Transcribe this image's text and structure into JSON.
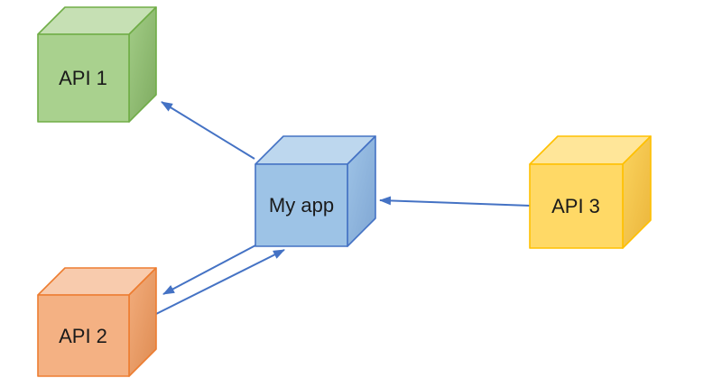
{
  "diagram": {
    "background_color": "#ffffff",
    "arrow_color": "#4472C4",
    "text_color": "#1a1a1a",
    "nodes": [
      {
        "id": "api1",
        "label": "API 1",
        "shape": "cube",
        "colors": {
          "front": "#A9D18E",
          "top": "#C6E0B4",
          "side_light": "#A3CD87",
          "side_dark": "#7EAB60",
          "outline": "#70AD47"
        }
      },
      {
        "id": "myapp",
        "label": "My app",
        "shape": "cube",
        "colors": {
          "front": "#9DC3E6",
          "top": "#BDD7EE",
          "side_light": "#9FC4E7",
          "side_dark": "#7FA6D3",
          "outline": "#4472C4"
        }
      },
      {
        "id": "api2",
        "label": "API 2",
        "shape": "cube",
        "colors": {
          "front": "#F4B183",
          "top": "#F8CBAD",
          "side_light": "#F3AE7E",
          "side_dark": "#DE8B51",
          "outline": "#ED7D31"
        }
      },
      {
        "id": "api3",
        "label": "API 3",
        "shape": "cube",
        "colors": {
          "front": "#FFD966",
          "top": "#FFE699",
          "side_light": "#FBD45F",
          "side_dark": "#EBB53B",
          "outline": "#FFC000"
        }
      }
    ],
    "edges": [
      {
        "from": "myapp",
        "to": "api1"
      },
      {
        "from": "myapp",
        "to": "api2"
      },
      {
        "from": "api2",
        "to": "myapp"
      },
      {
        "from": "api3",
        "to": "myapp"
      }
    ]
  }
}
